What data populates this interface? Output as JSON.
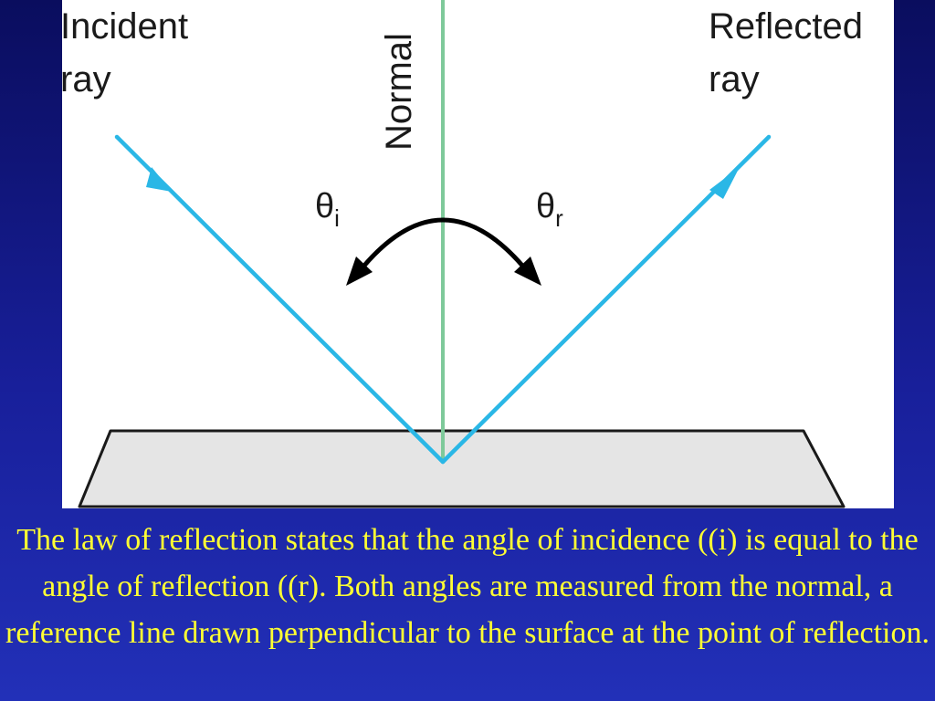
{
  "diagram": {
    "labels": {
      "incident_line1": "Incident",
      "incident_line2": "ray",
      "normal": "Normal",
      "reflected_line1": "Reflected",
      "reflected_line2": "ray",
      "theta_i_symbol": "θ",
      "theta_i_sub": "i",
      "theta_r_symbol": "θ",
      "theta_r_sub": "r"
    },
    "colors": {
      "ray": "#2ab7e6",
      "normal": "#7ec99a",
      "surface_fill": "#e5e5e5",
      "arc": "#000000",
      "background_top": "#0a0d5e",
      "background_bottom": "#2230b8",
      "caption": "#ffff33"
    },
    "icons": [
      "incident-arrowhead-icon",
      "reflected-arrowhead-icon",
      "angle-arrowhead-left-icon",
      "angle-arrowhead-right-icon"
    ]
  },
  "caption": {
    "text": "The law of reflection states that the angle of incidence ((i) is equal to the angle of reflection ((r). Both angles are measured from the normal, a reference line drawn perpendicular to the surface at the point of reflection."
  }
}
